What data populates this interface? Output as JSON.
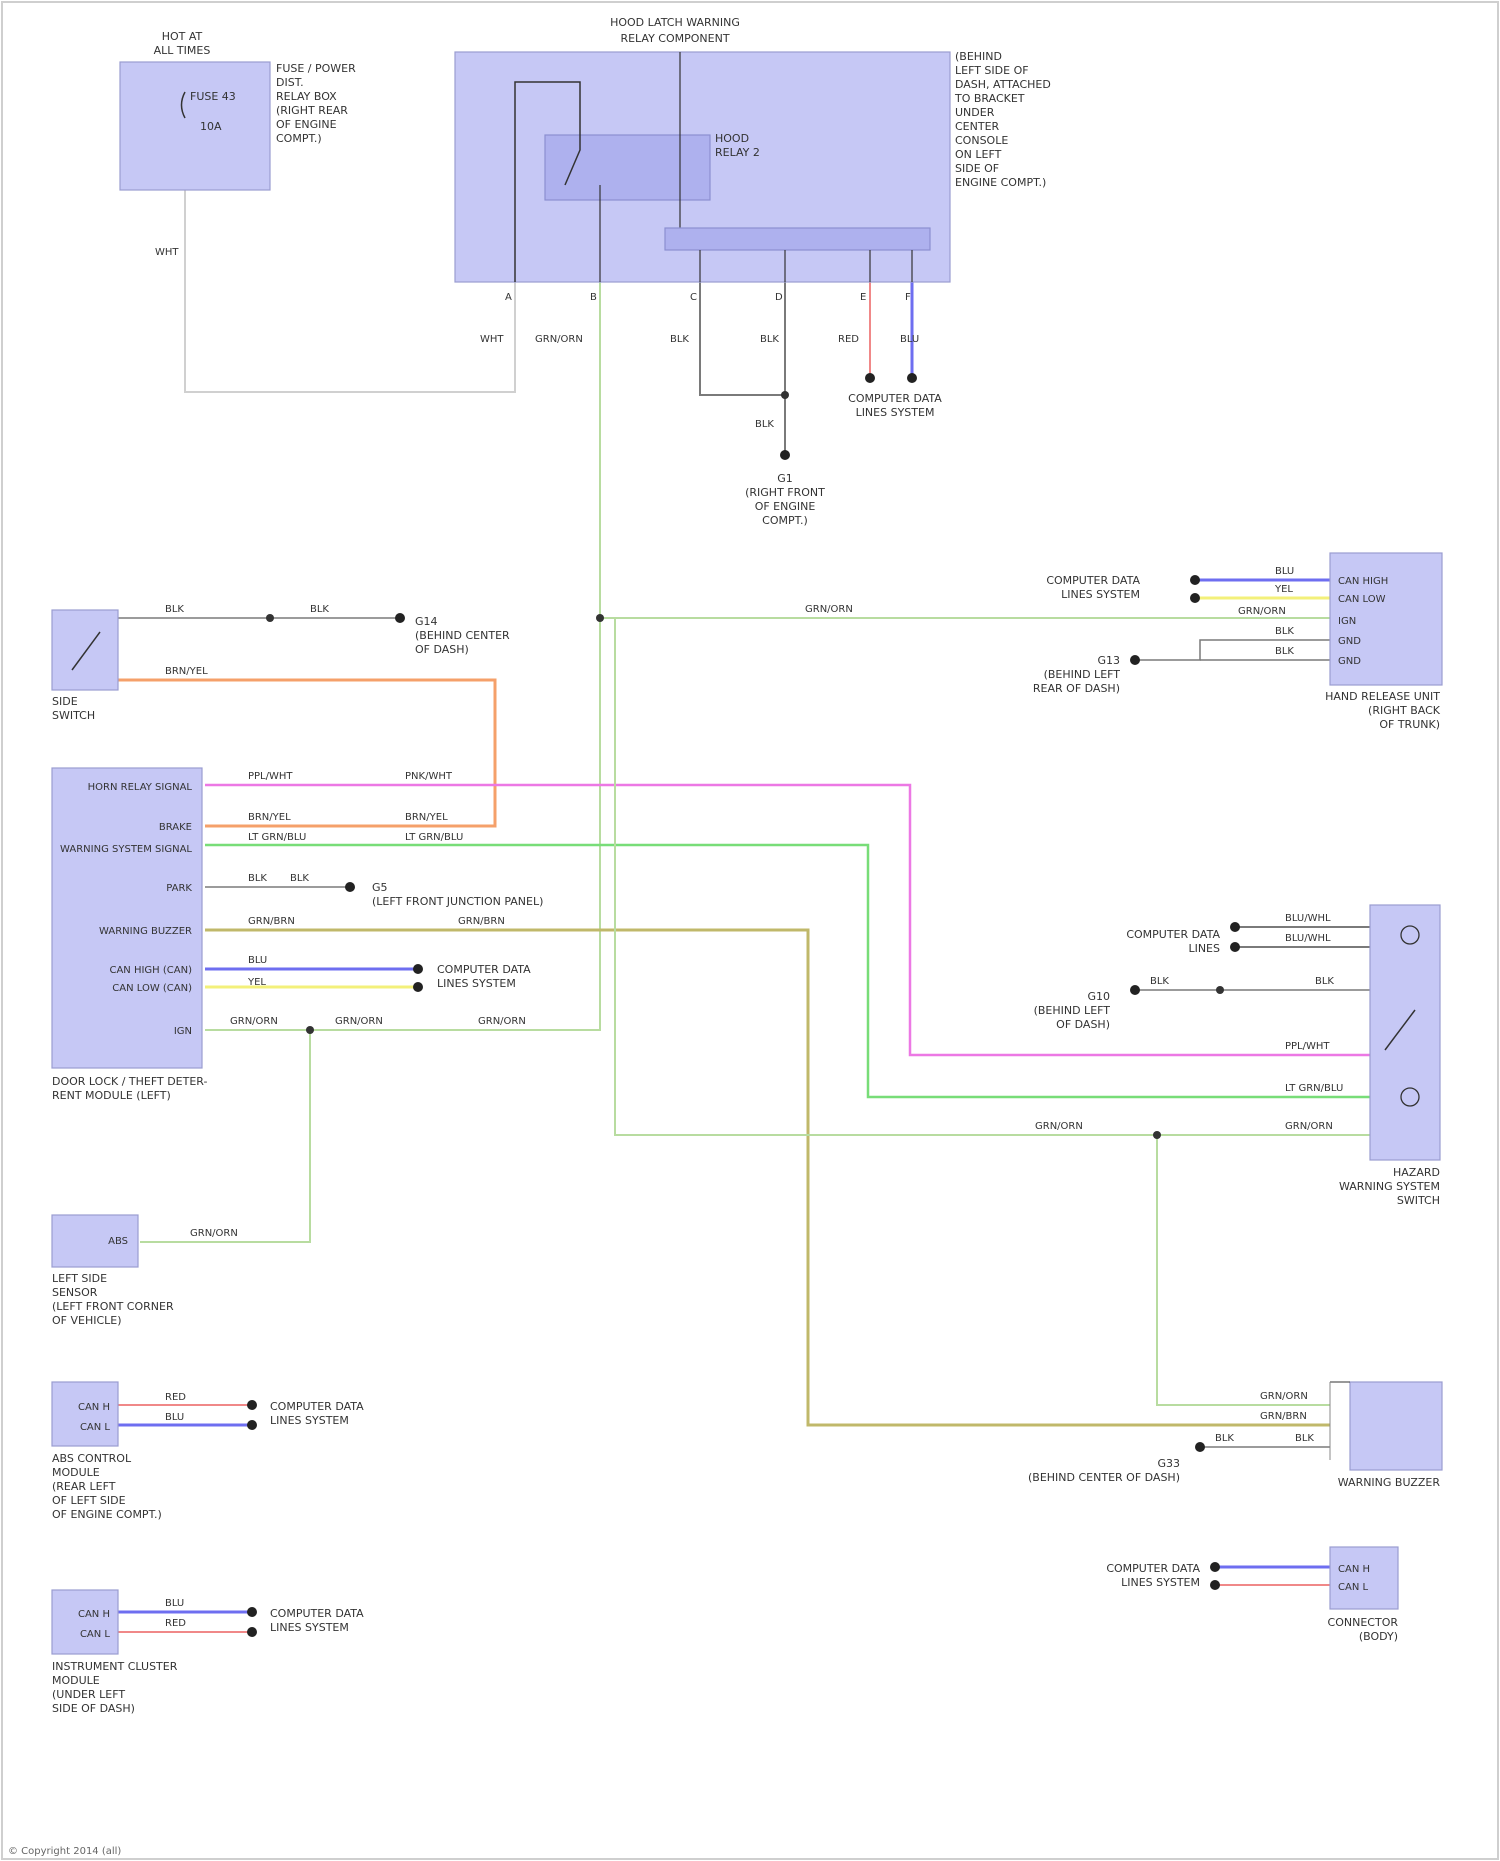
{
  "colors": {
    "module_fill": "#c6c8f5",
    "wire_black": "#7a7a7a",
    "wire_orange": "#f5a06a",
    "wire_pink": "#ec78e4",
    "wire_green": "#78dd78",
    "wire_lightgreen": "#b8dca0",
    "wire_olive": "#c0b86a",
    "wire_blue": "#6e6ef0",
    "wire_yellow": "#f3f07a",
    "wire_red": "#f08888"
  },
  "modules": {
    "fuse_box": {
      "title": [
        "HOT AT",
        "ALL TIMES"
      ],
      "inner": [
        "FUSE 43",
        "10A"
      ],
      "side": [
        "FUSE / POWER",
        "DIST.",
        "RELAY BOX",
        "(RIGHT REAR",
        "OF ENGINE",
        "COMPT.)"
      ],
      "wire": "WHT"
    },
    "hood_module": {
      "title": [
        "HOOD LATCH WARNING",
        "RELAY COMPONENT"
      ],
      "relay": [
        "HOOD",
        "RELAY 2"
      ],
      "side": [
        "(BEHIND",
        "LEFT SIDE OF",
        "DASH, ATTACHED",
        "TO BRACKET",
        "UNDER",
        "CENTER",
        "CONSOLE",
        "ON LEFT",
        "SIDE OF",
        "ENGINE COMPT.)"
      ]
    },
    "hood_switch_bottom": {
      "pins": [
        "A",
        "B",
        "C",
        "D",
        "E",
        "F"
      ]
    },
    "side_switch": {
      "title": [
        "SIDE"
      ],
      "subtitle": [
        "SWITCH"
      ]
    },
    "theft_module": {
      "title": [
        "DOOR LOCK / THEFT DETER-",
        "RENT MODULE (LEFT)"
      ],
      "pins": [
        "HORN RELAY SIGNAL",
        "BRAKE",
        "WARNING SYSTEM SIGNAL",
        "PARK",
        "WARNING BUZZER",
        "CAN HIGH (CAN)",
        "CAN LOW (CAN)",
        "IGN"
      ]
    },
    "left_module": {
      "pins": [
        "ABS"
      ],
      "title": [
        "LEFT SIDE",
        "SENSOR",
        "(LEFT FRONT CORNER",
        "OF VEHICLE)"
      ]
    },
    "cluster_left": {
      "pins": [
        "CAN H",
        "CAN L"
      ],
      "title": [
        "ABS CONTROL",
        "MODULE",
        "(REAR LEFT",
        "OF LEFT SIDE",
        "OF ENGINE COMPT.)"
      ]
    },
    "cluster_left2": {
      "pins": [
        "CAN H",
        "CAN L"
      ],
      "title": [
        "INSTRUMENT CLUSTER",
        "MODULE",
        "(UNDER LEFT",
        "SIDE OF DASH)"
      ]
    },
    "right_top": {
      "pins": [
        "CAN HIGH",
        "CAN LOW",
        "IGN",
        "GND",
        "GND"
      ],
      "title": [
        "HAND RELEASE UNIT",
        "(RIGHT BACK",
        "OF TRUNK)"
      ]
    },
    "hazard_switch": {
      "title": [
        "HAZARD",
        "WARNING SYSTEM",
        "SWITCH"
      ]
    },
    "warning_buzzer": {
      "title": [
        "WARNING BUZZER"
      ]
    },
    "connector": {
      "pins": [
        "CAN H",
        "CAN L"
      ],
      "title": [
        "CONNECTOR",
        "(BODY)"
      ]
    }
  },
  "wire_labels": {
    "top": [
      "WHT",
      "GRN/ORN",
      "BLK",
      "BLK",
      "RED",
      "BLU"
    ],
    "can_comm_top": [
      "COMPUTER DATA",
      "LINES SYSTEM"
    ],
    "ground_g1": [
      "G1",
      "(RIGHT FRONT",
      "OF ENGINE",
      "COMPT.)"
    ],
    "brake_ground": [
      "G14",
      "(BEHIND CENTER",
      "OF DASH)"
    ],
    "side_switch_wires": [
      "BLK",
      "BLK",
      "BRN/YEL"
    ],
    "theft_wires": [
      "PPL/WHT",
      "PNK/WHT",
      "BRN/YEL",
      "BRN/YEL",
      "LT GRN/BLU",
      "LT GRN/BLU",
      "BLK",
      "BLK",
      "GRN/BRN",
      "GRN/BRN",
      "BLU",
      "YEL",
      "GRN/ORN",
      "GRN/ORN",
      "GRN/ORN"
    ],
    "left_front_ground": [
      "G5",
      "(LEFT FRONT JUNCTION PANEL)"
    ],
    "can_comm_mid": [
      "COMPUTER DATA",
      "LINES SYSTEM"
    ],
    "right_top_wires": [
      "BLU",
      "YEL",
      "GRN/ORN",
      "BLK",
      "BLK",
      "GRN/ORN"
    ],
    "right_top_can": [
      "COMPUTER DATA",
      "LINES SYSTEM"
    ],
    "right_top_ground": [
      "G13",
      "(BEHIND LEFT",
      "REAR OF DASH)"
    ],
    "hazard_wires": [
      "BLU/WHL",
      "BLU/WHL",
      "BLK",
      "BLK",
      "PPL/WHT",
      "LT GRN/BLU",
      "GRN/ORN",
      "GRN/ORN"
    ],
    "hazard_can": [
      "COMPUTER DATA",
      "LINES"
    ],
    "hazard_ground": [
      "G10",
      "(BEHIND LEFT",
      "OF DASH)"
    ],
    "buzzer_wires": [
      "GRN/ORN",
      "GRN/BRN",
      "BLK",
      "BLK"
    ],
    "buzzer_ground": [
      "G33",
      "(BEHIND CENTER OF DASH)"
    ],
    "cluster_wires": [
      "RED",
      "BLU",
      "BLU",
      "RED"
    ],
    "can_comm_low": [
      "COMPUTER DATA",
      "LINES SYSTEM"
    ]
  },
  "footer": "© Copyright 2014 (all)"
}
